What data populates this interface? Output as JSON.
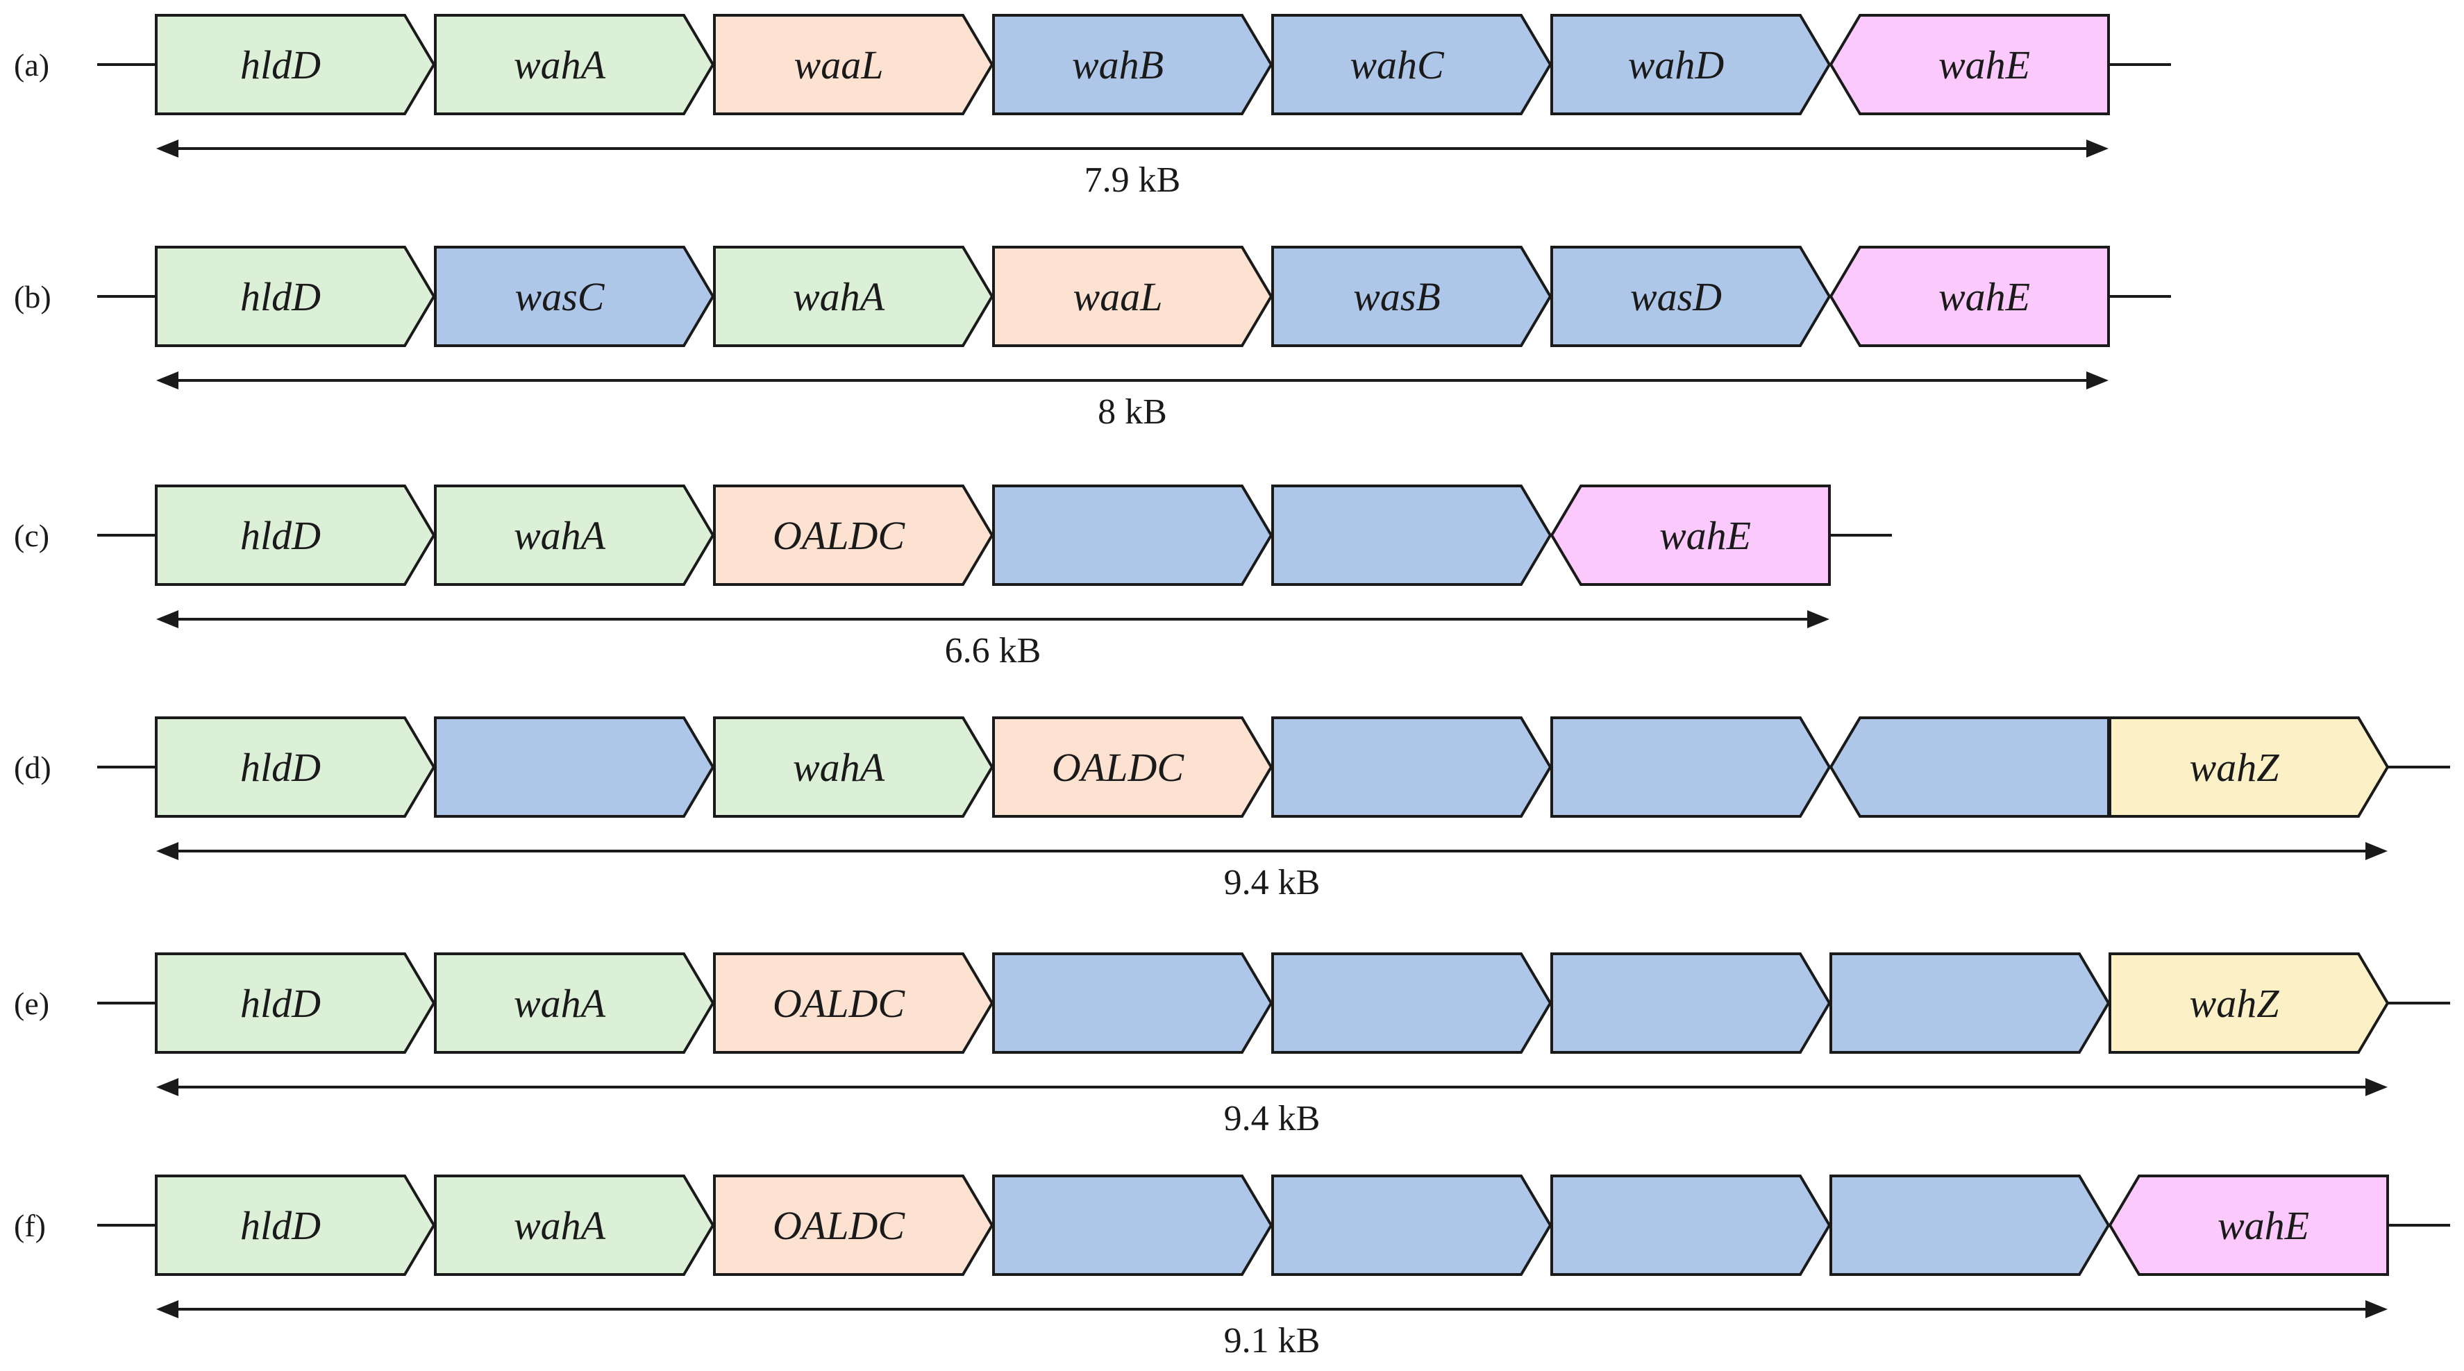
{
  "colors": {
    "green": "#dcefd7",
    "blue": "#aec7e8",
    "peach": "#fde1d1",
    "pink": "#fbc9fb",
    "yellow": "#fcf0c7"
  },
  "rows": [
    {
      "label": "(a)",
      "size": "7.9 kB",
      "genes": [
        {
          "name": "hldD",
          "color": "green",
          "direction": "right"
        },
        {
          "name": "wahA",
          "color": "green",
          "direction": "right"
        },
        {
          "name": "waaL",
          "color": "peach",
          "direction": "right"
        },
        {
          "name": "wahB",
          "color": "blue",
          "direction": "right"
        },
        {
          "name": "wahC",
          "color": "blue",
          "direction": "right"
        },
        {
          "name": "wahD",
          "color": "blue",
          "direction": "right"
        },
        {
          "name": "wahE",
          "color": "pink",
          "direction": "left"
        }
      ]
    },
    {
      "label": "(b)",
      "size": "8 kB",
      "genes": [
        {
          "name": "hldD",
          "color": "green",
          "direction": "right"
        },
        {
          "name": "wasC",
          "color": "blue",
          "direction": "right"
        },
        {
          "name": "wahA",
          "color": "green",
          "direction": "right"
        },
        {
          "name": "waaL",
          "color": "peach",
          "direction": "right"
        },
        {
          "name": "wasB",
          "color": "blue",
          "direction": "right"
        },
        {
          "name": "wasD",
          "color": "blue",
          "direction": "right"
        },
        {
          "name": "wahE",
          "color": "pink",
          "direction": "left"
        }
      ]
    },
    {
      "label": "(c)",
      "size": "6.6 kB",
      "genes": [
        {
          "name": "hldD",
          "color": "green",
          "direction": "right"
        },
        {
          "name": "wahA",
          "color": "green",
          "direction": "right"
        },
        {
          "name": "OALDC",
          "color": "peach",
          "direction": "right"
        },
        {
          "name": "",
          "color": "blue",
          "direction": "right"
        },
        {
          "name": "",
          "color": "blue",
          "direction": "right"
        },
        {
          "name": "wahE",
          "color": "pink",
          "direction": "left"
        }
      ]
    },
    {
      "label": "(d)",
      "size": "9.4 kB",
      "genes": [
        {
          "name": "hldD",
          "color": "green",
          "direction": "right"
        },
        {
          "name": "",
          "color": "blue",
          "direction": "right"
        },
        {
          "name": "wahA",
          "color": "green",
          "direction": "right"
        },
        {
          "name": "OALDC",
          "color": "peach",
          "direction": "right"
        },
        {
          "name": "",
          "color": "blue",
          "direction": "right"
        },
        {
          "name": "",
          "color": "blue",
          "direction": "right"
        },
        {
          "name": "",
          "color": "blue",
          "direction": "left"
        },
        {
          "name": "wahZ",
          "color": "yellow",
          "direction": "right"
        }
      ]
    },
    {
      "label": "(e)",
      "size": "9.4 kB",
      "genes": [
        {
          "name": "hldD",
          "color": "green",
          "direction": "right"
        },
        {
          "name": "wahA",
          "color": "green",
          "direction": "right"
        },
        {
          "name": "OALDC",
          "color": "peach",
          "direction": "right"
        },
        {
          "name": "",
          "color": "blue",
          "direction": "right"
        },
        {
          "name": "",
          "color": "blue",
          "direction": "right"
        },
        {
          "name": "",
          "color": "blue",
          "direction": "right"
        },
        {
          "name": "",
          "color": "blue",
          "direction": "right"
        },
        {
          "name": "wahZ",
          "color": "yellow",
          "direction": "right"
        }
      ]
    },
    {
      "label": "(f)",
      "size": "9.1 kB",
      "genes": [
        {
          "name": "hldD",
          "color": "green",
          "direction": "right"
        },
        {
          "name": "wahA",
          "color": "green",
          "direction": "right"
        },
        {
          "name": "OALDC",
          "color": "peach",
          "direction": "right"
        },
        {
          "name": "",
          "color": "blue",
          "direction": "right"
        },
        {
          "name": "",
          "color": "blue",
          "direction": "right"
        },
        {
          "name": "",
          "color": "blue",
          "direction": "right"
        },
        {
          "name": "",
          "color": "blue",
          "direction": "right"
        },
        {
          "name": "wahE",
          "color": "pink",
          "direction": "left"
        }
      ]
    }
  ]
}
